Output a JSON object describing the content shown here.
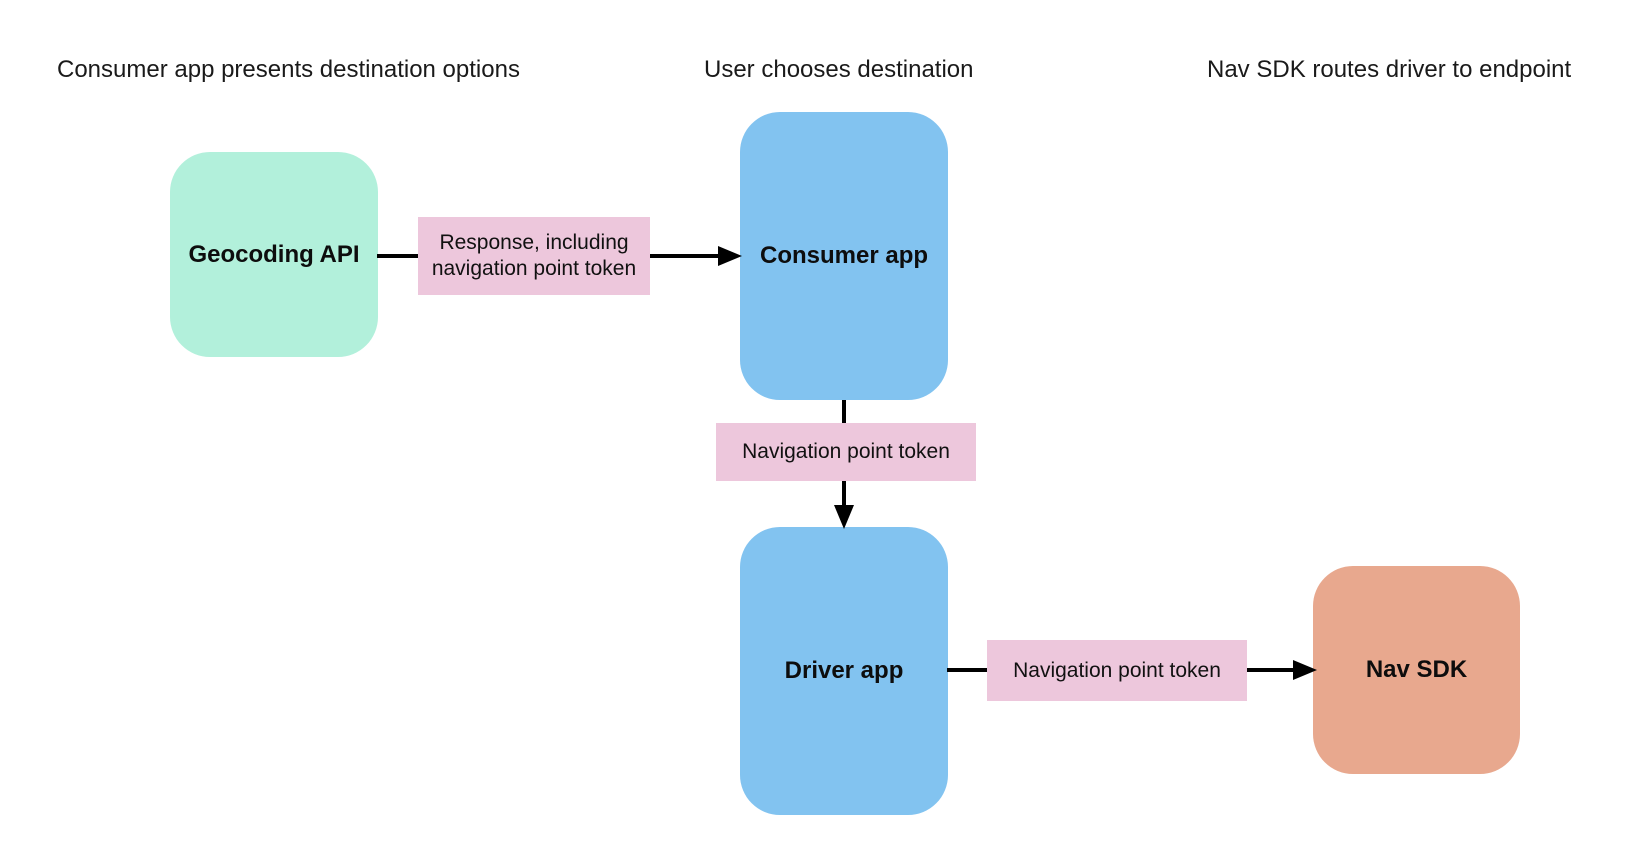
{
  "diagram": {
    "phase_labels": [
      {
        "text": "Consumer app presents destination options"
      },
      {
        "text": "User chooses destination"
      },
      {
        "text": "Nav SDK routes driver to endpoint"
      }
    ],
    "nodes": [
      {
        "id": "geocoding-api",
        "label": "Geocoding API",
        "color": "#b2f0db"
      },
      {
        "id": "consumer-app",
        "label": "Consumer app",
        "color": "#82c3f0"
      },
      {
        "id": "driver-app",
        "label": "Driver app",
        "color": "#82c3f0"
      },
      {
        "id": "nav-sdk",
        "label": "Nav SDK",
        "color": "#e8a88e"
      }
    ],
    "edges": [
      {
        "from": "geocoding-api",
        "to": "consumer-app",
        "label": "Response, including navigation point token"
      },
      {
        "from": "consumer-app",
        "to": "driver-app",
        "label": "Navigation point token"
      },
      {
        "from": "driver-app",
        "to": "nav-sdk",
        "label": "Navigation point token"
      }
    ],
    "colors": {
      "background": "#ffffff",
      "edge_label_bg": "#edc7dc",
      "arrow": "#000000",
      "node_text": "#0d0d0d",
      "header_text": "#1a1a1a"
    }
  }
}
